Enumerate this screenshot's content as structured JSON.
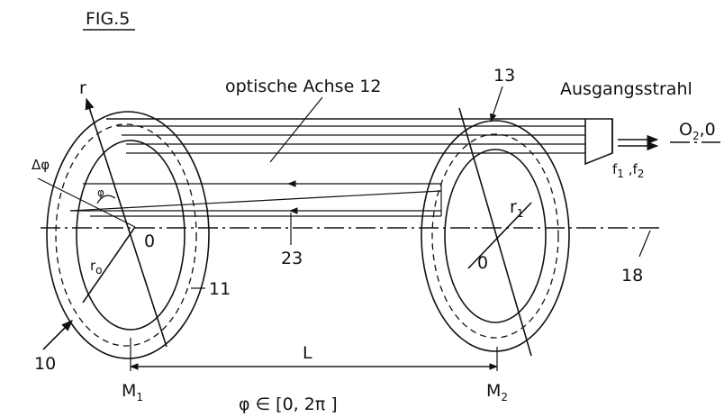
{
  "figure": {
    "title": "FIG.5",
    "labels": {
      "optical_axis": "optische Achse 12",
      "output_beam": "Ausgangsstrahl",
      "ref_13": "13",
      "ref_11": "11",
      "ref_23": "23",
      "ref_18": "18",
      "ref_10": "10",
      "r": "r",
      "r1": "r",
      "r1_sub": "1",
      "r0": "r",
      "r0_sub": "o",
      "phi_small": "φ",
      "delta_phi": "Δφ",
      "origin_left": "0",
      "origin_right": "0",
      "O2": "O",
      "O2_sub": "2",
      "O2_tail": ",0",
      "f1f2": "f",
      "f1_sub": "1",
      "f_mid": " ,f",
      "f2_sub": "2",
      "L": "L",
      "M1": "M",
      "M1_sub": "1",
      "M2": "M",
      "M2_sub": "2",
      "phi_range": "φ ∈ [0,  2π ]"
    }
  }
}
